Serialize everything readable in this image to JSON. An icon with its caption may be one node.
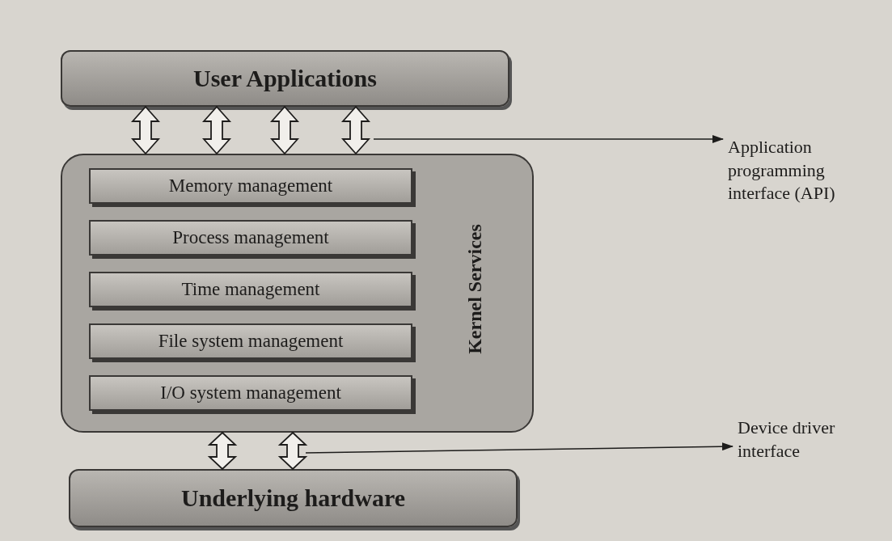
{
  "diagram": {
    "nodes": [
      {
        "text": [
          "User Applications"
        ]
      },
      {
        "text": [
          "Kernel Services"
        ]
      },
      {
        "text": [
          "Memory management"
        ],
        "in": 1
      },
      {
        "text": [
          "Process management"
        ],
        "in": 1
      },
      {
        "text": [
          "Time management"
        ],
        "in": 1
      },
      {
        "text": [
          "File system management"
        ],
        "in": 1
      },
      {
        "text": [
          "I/O system management"
        ],
        "in": 1
      },
      {
        "text": [
          "Underlying hardware"
        ]
      },
      {
        "text": [
          "Application programming interface (API)"
        ]
      },
      {
        "text": [
          "Device driver interface"
        ]
      }
    ],
    "edges": [
      {
        "from": 0,
        "to": 1,
        "arrow": "both"
      },
      {
        "from": 0,
        "to": 1,
        "arrow": "both"
      },
      {
        "from": 0,
        "to": 1,
        "arrow": "both"
      },
      {
        "from": 0,
        "to": 1,
        "arrow": "both"
      },
      {
        "from": null,
        "to": 8,
        "arrow": "to"
      },
      {
        "from": 1,
        "to": 7,
        "arrow": "both"
      },
      {
        "from": 1,
        "to": 7,
        "arrow": "both"
      },
      {
        "from": null,
        "to": 9,
        "arrow": "to"
      }
    ]
  }
}
